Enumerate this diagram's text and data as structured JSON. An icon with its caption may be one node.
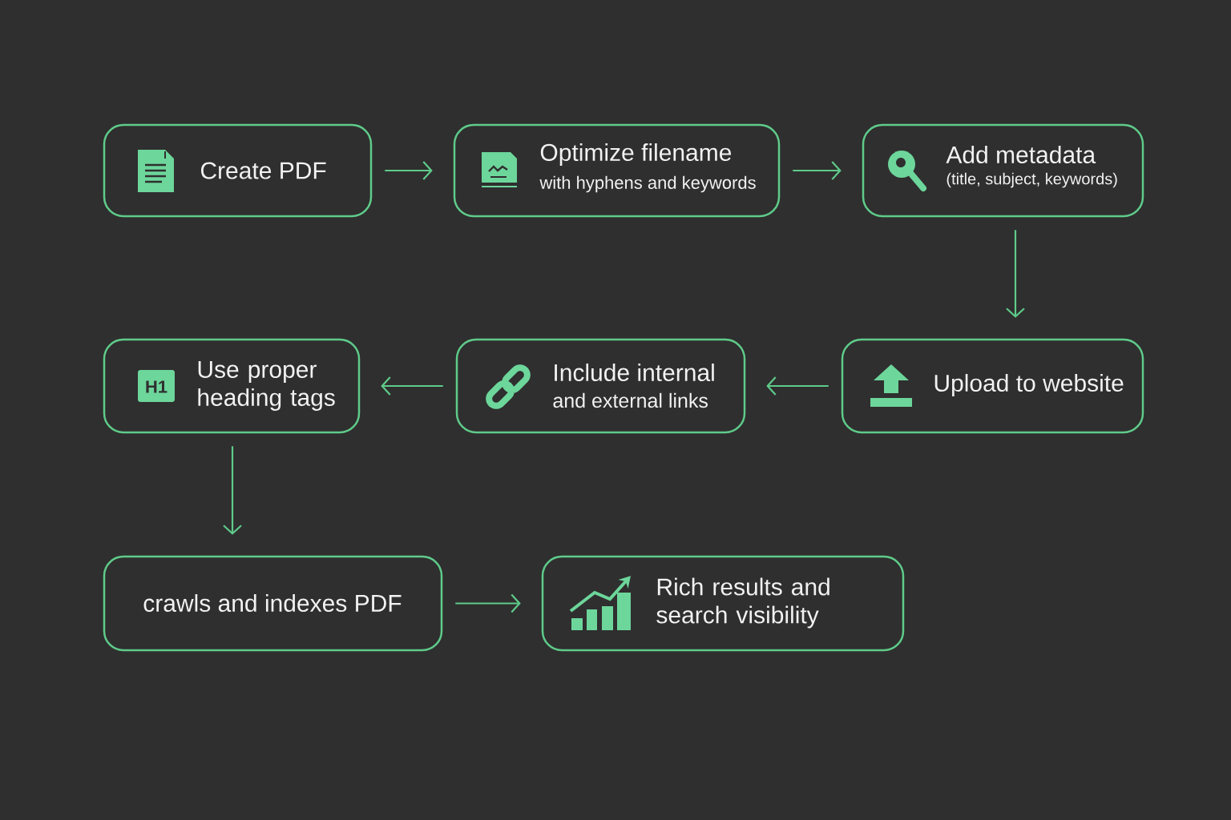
{
  "diagram": {
    "nodes": [
      {
        "text": [
          "Create PDF"
        ]
      },
      {
        "text": [
          "Optimize filename",
          "with hyphens and keywords"
        ]
      },
      {
        "text": [
          "Add metadata",
          "(title, subject, keywords)"
        ]
      },
      {
        "text": [
          "Upload to website"
        ]
      },
      {
        "text": [
          "Include internal",
          "and external links"
        ]
      },
      {
        "text": [
          "H1",
          "Use proper heading tags"
        ]
      },
      {
        "text": [
          "crawls and indexes PDF"
        ]
      },
      {
        "text": [
          "Rich results and search visibility"
        ]
      }
    ],
    "edges": [
      {
        "from": 0,
        "to": 1,
        "arrow": "to"
      },
      {
        "from": 1,
        "to": 2,
        "arrow": "to"
      },
      {
        "from": 2,
        "to": 3,
        "arrow": "to"
      },
      {
        "from": 3,
        "to": 4,
        "arrow": "to"
      },
      {
        "from": 4,
        "to": 5,
        "arrow": "to"
      },
      {
        "from": 5,
        "to": 6,
        "arrow": "to"
      },
      {
        "from": 6,
        "to": 7,
        "arrow": "to"
      }
    ]
  }
}
